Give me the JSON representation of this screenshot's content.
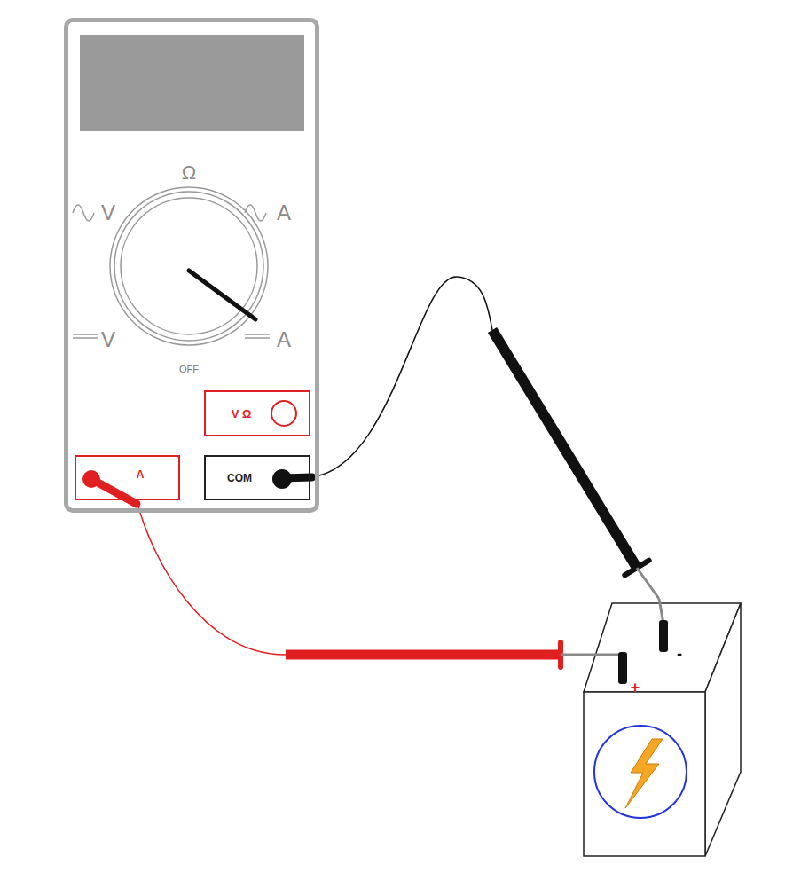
{
  "diagram": {
    "nodes": [
      {
        "text": [
          "Ω",
          "V",
          "A",
          "V",
          "A",
          "OFF"
        ]
      },
      {
        "text": [
          "V Ω"
        ],
        "in": 0
      },
      {
        "text": [
          "A"
        ],
        "in": 0
      },
      {
        "text": [
          "COM"
        ],
        "in": 0
      },
      {
        "text": [
          "-",
          "+"
        ]
      }
    ],
    "edges": [
      {
        "from": 2,
        "to": 4,
        "arrow": "none"
      },
      {
        "from": 3,
        "to": 4,
        "arrow": "none"
      }
    ]
  }
}
